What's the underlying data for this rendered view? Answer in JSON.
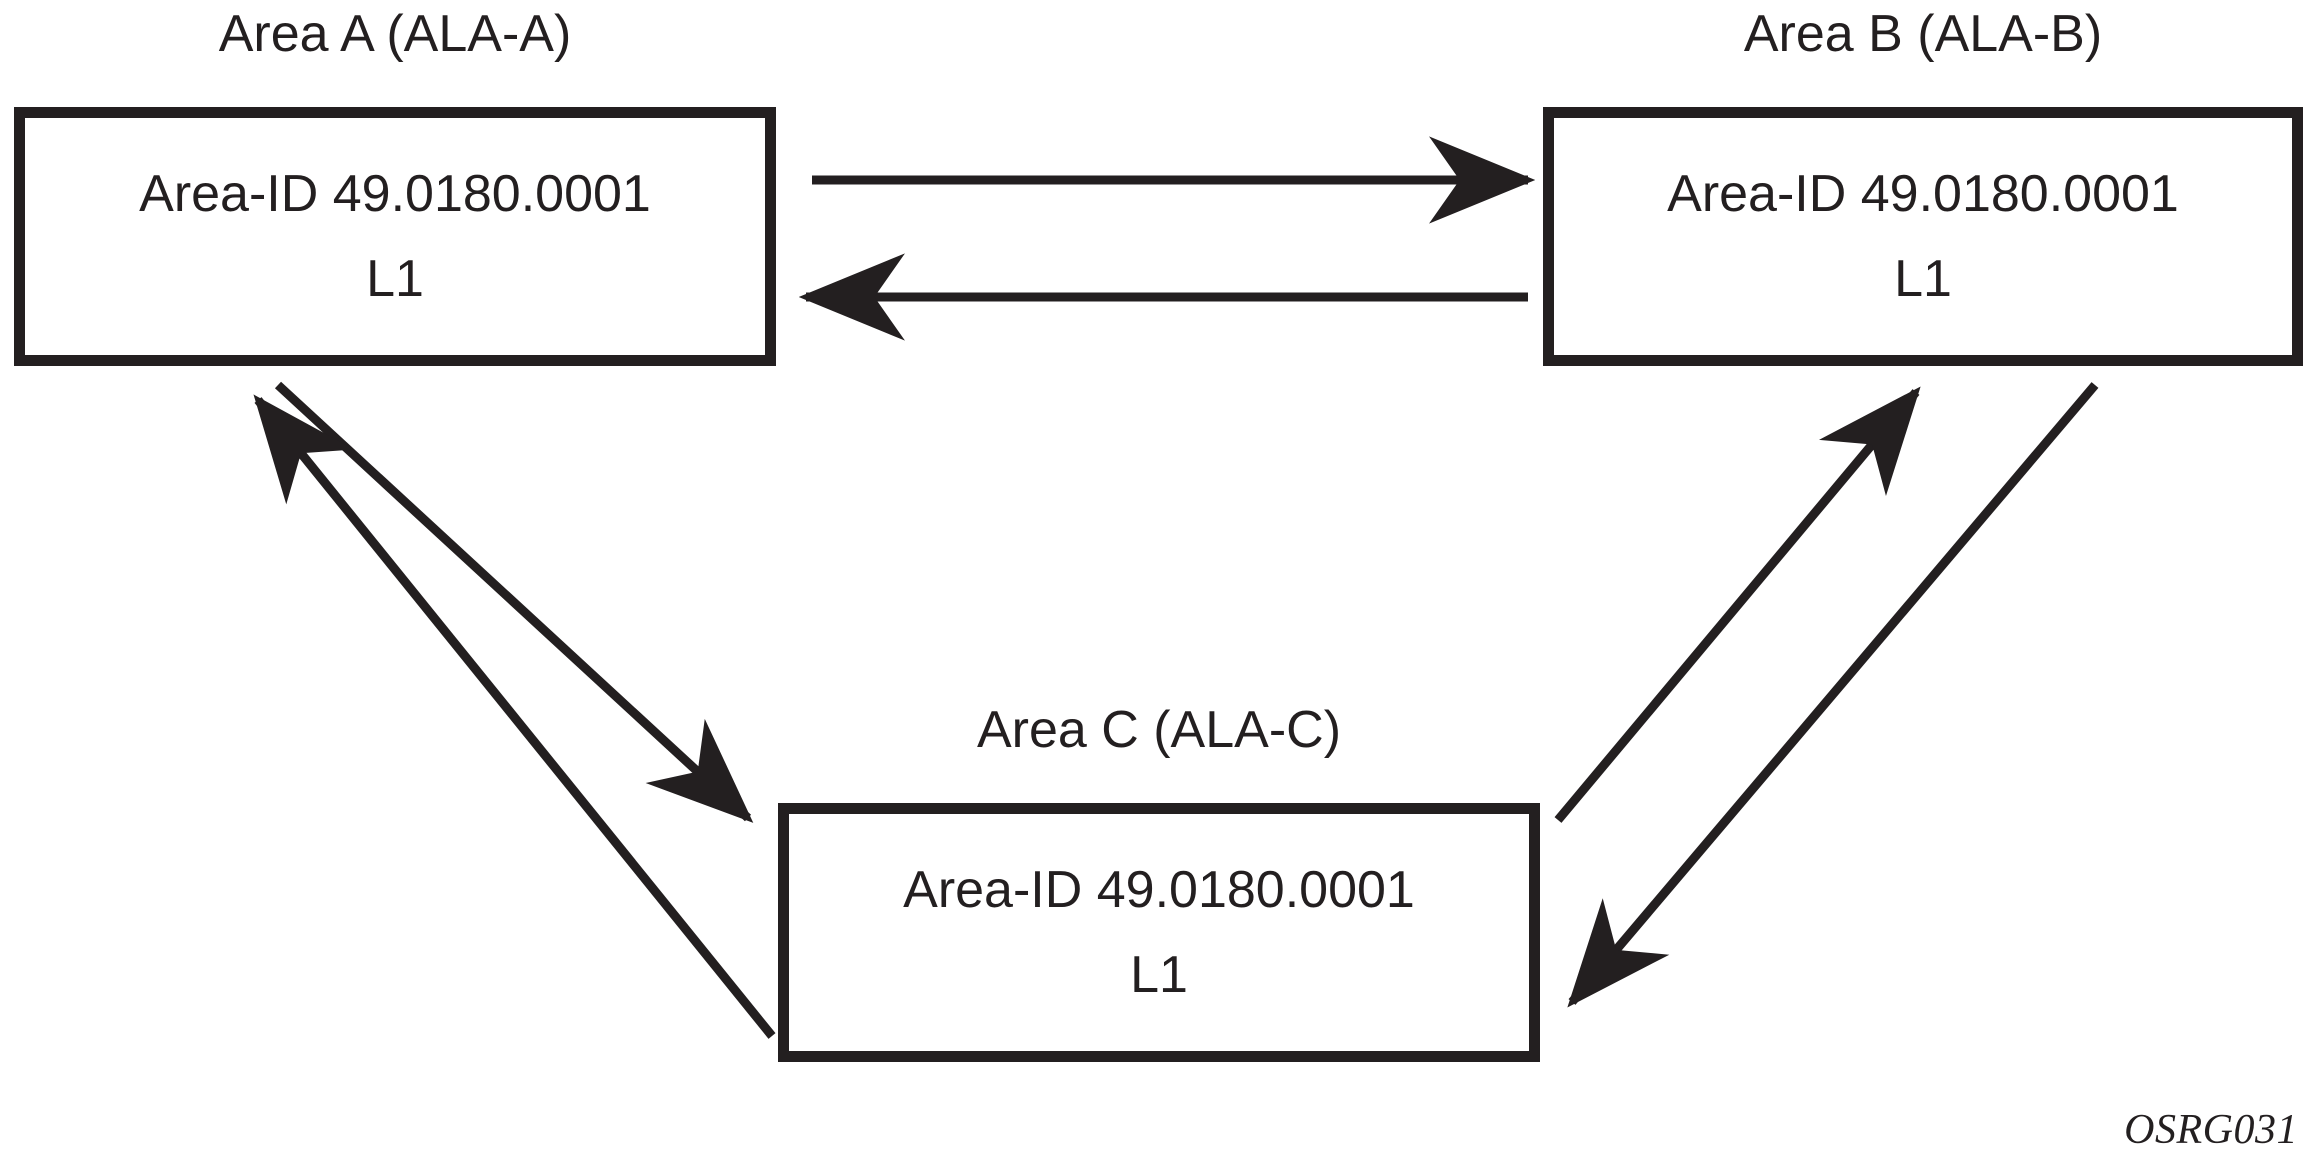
{
  "diagram": {
    "title_code": "OSRG031",
    "stroke_color": "#231f20",
    "background_color": "#ffffff",
    "nodes": [
      {
        "id": "area-a",
        "caption": "Area A (ALA-A)",
        "line1": "Area-ID 49.0180.0001",
        "line2": "L1"
      },
      {
        "id": "area-b",
        "caption": "Area B (ALA-B)",
        "line1": "Area-ID 49.0180.0001",
        "line2": "L1"
      },
      {
        "id": "area-c",
        "caption": "Area C (ALA-C)",
        "line1": "Area-ID 49.0180.0001",
        "line2": "L1"
      }
    ],
    "connections": [
      {
        "id": "a-to-b",
        "from": "area-a",
        "to": "area-b",
        "direction": "right"
      },
      {
        "id": "b-to-a",
        "from": "area-b",
        "to": "area-a",
        "direction": "left"
      },
      {
        "id": "a-to-c",
        "from": "area-a",
        "to": "area-c",
        "direction": "down-right"
      },
      {
        "id": "c-to-a",
        "from": "area-c",
        "to": "area-a",
        "direction": "up-left"
      },
      {
        "id": "c-to-b",
        "from": "area-c",
        "to": "area-b",
        "direction": "up-right"
      },
      {
        "id": "b-to-c",
        "from": "area-b",
        "to": "area-c",
        "direction": "down-left"
      }
    ]
  }
}
